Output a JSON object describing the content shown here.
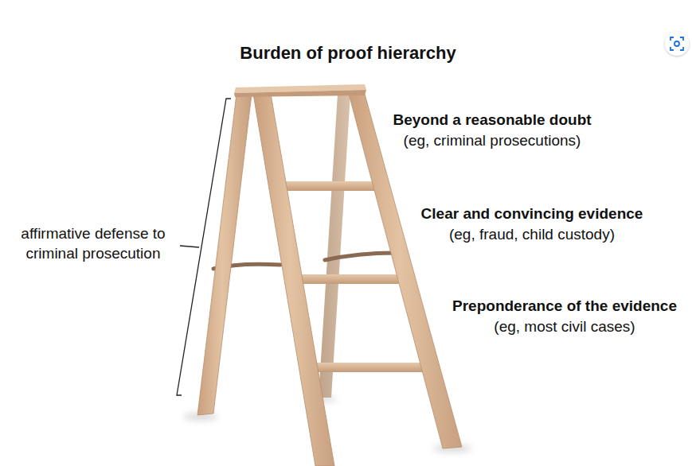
{
  "diagram": {
    "title": "Burden of proof hierarchy",
    "labels": [
      "Beyond a reasonable doubt",
      "(eg, criminal prosecutions)",
      "Clear and convincing evidence",
      "(eg, fraud, child custody)",
      "Preponderance of the evidence",
      "(eg, most civil cases)",
      "affirmative defense to criminal prosecution"
    ]
  }
}
